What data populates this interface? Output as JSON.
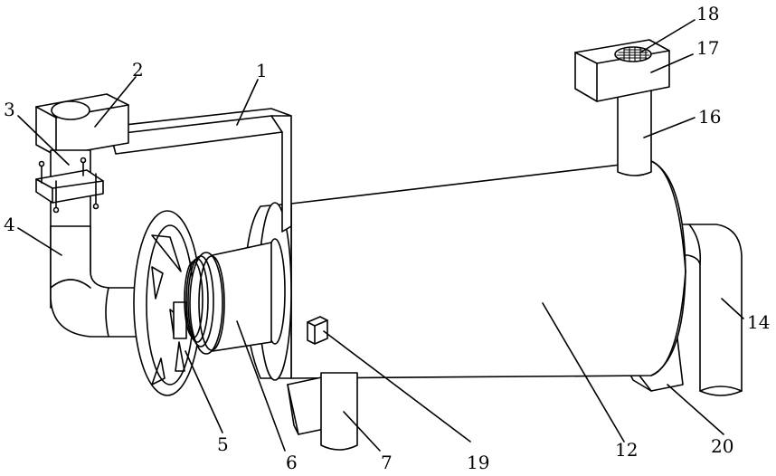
{
  "labels": {
    "l1": "1",
    "l2": "2",
    "l3": "3",
    "l4": "4",
    "l5": "5",
    "l6": "6",
    "l7": "7",
    "l12": "12",
    "l14": "14",
    "l16": "16",
    "l17": "17",
    "l18": "18",
    "l19": "19",
    "l20": "20"
  }
}
